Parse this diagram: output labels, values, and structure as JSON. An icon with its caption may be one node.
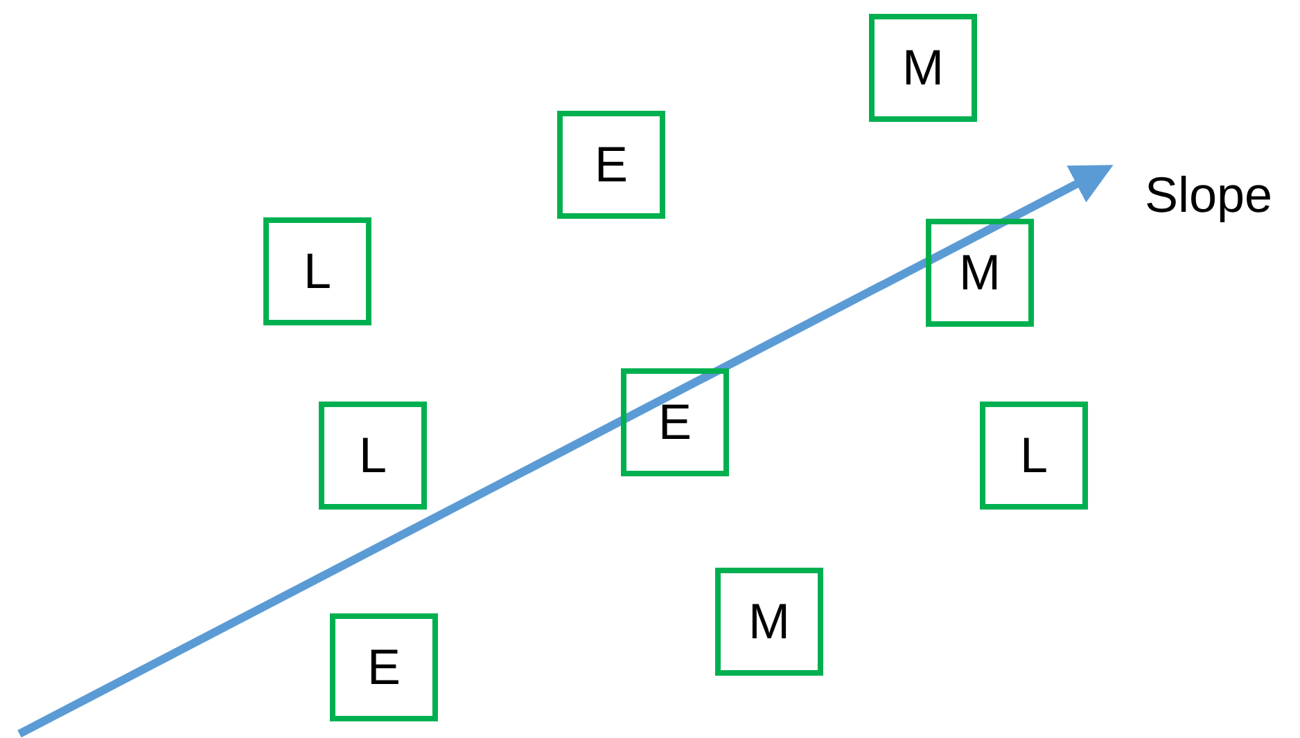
{
  "diagram": {
    "nodes": [
      {
        "text": [
          "M"
        ]
      },
      {
        "text": [
          "E"
        ]
      },
      {
        "text": [
          "L"
        ]
      },
      {
        "text": [
          "M"
        ]
      },
      {
        "text": [
          "E"
        ]
      },
      {
        "text": [
          "L"
        ]
      },
      {
        "text": [
          "L"
        ]
      },
      {
        "text": [
          "M"
        ]
      },
      {
        "text": [
          "E"
        ]
      }
    ],
    "labels": [
      "Slope"
    ]
  }
}
